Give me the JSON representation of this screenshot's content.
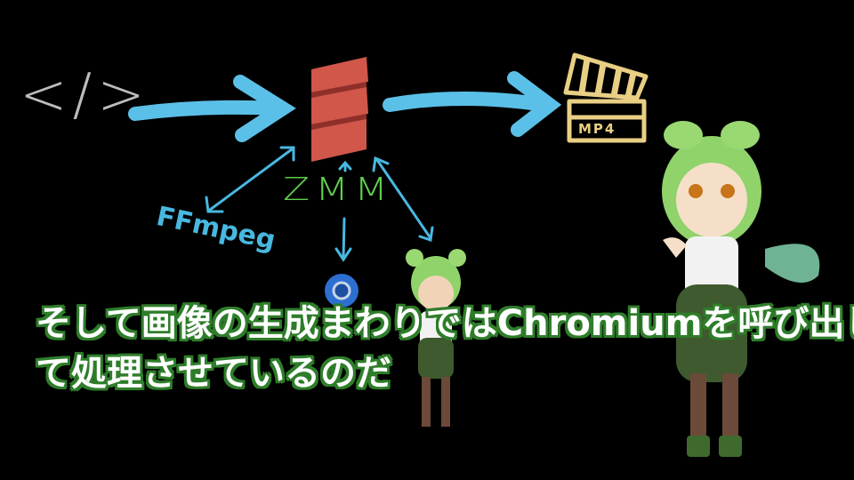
{
  "diagram": {
    "source_label": "</>",
    "engine_label": "ZMM",
    "ffmpeg_label": "FFmpeg",
    "output_label": "MP4",
    "colors": {
      "arrow": "#5bc0e8",
      "scala": "#d0574a",
      "zmm": "#5fce4e",
      "clapper": "#e8cf84",
      "outline": "#2e7d2a"
    }
  },
  "subtitle": {
    "line1": "そして画像の生成まわりではChromiumを呼び出し",
    "line2": "て処理させているのだ"
  }
}
